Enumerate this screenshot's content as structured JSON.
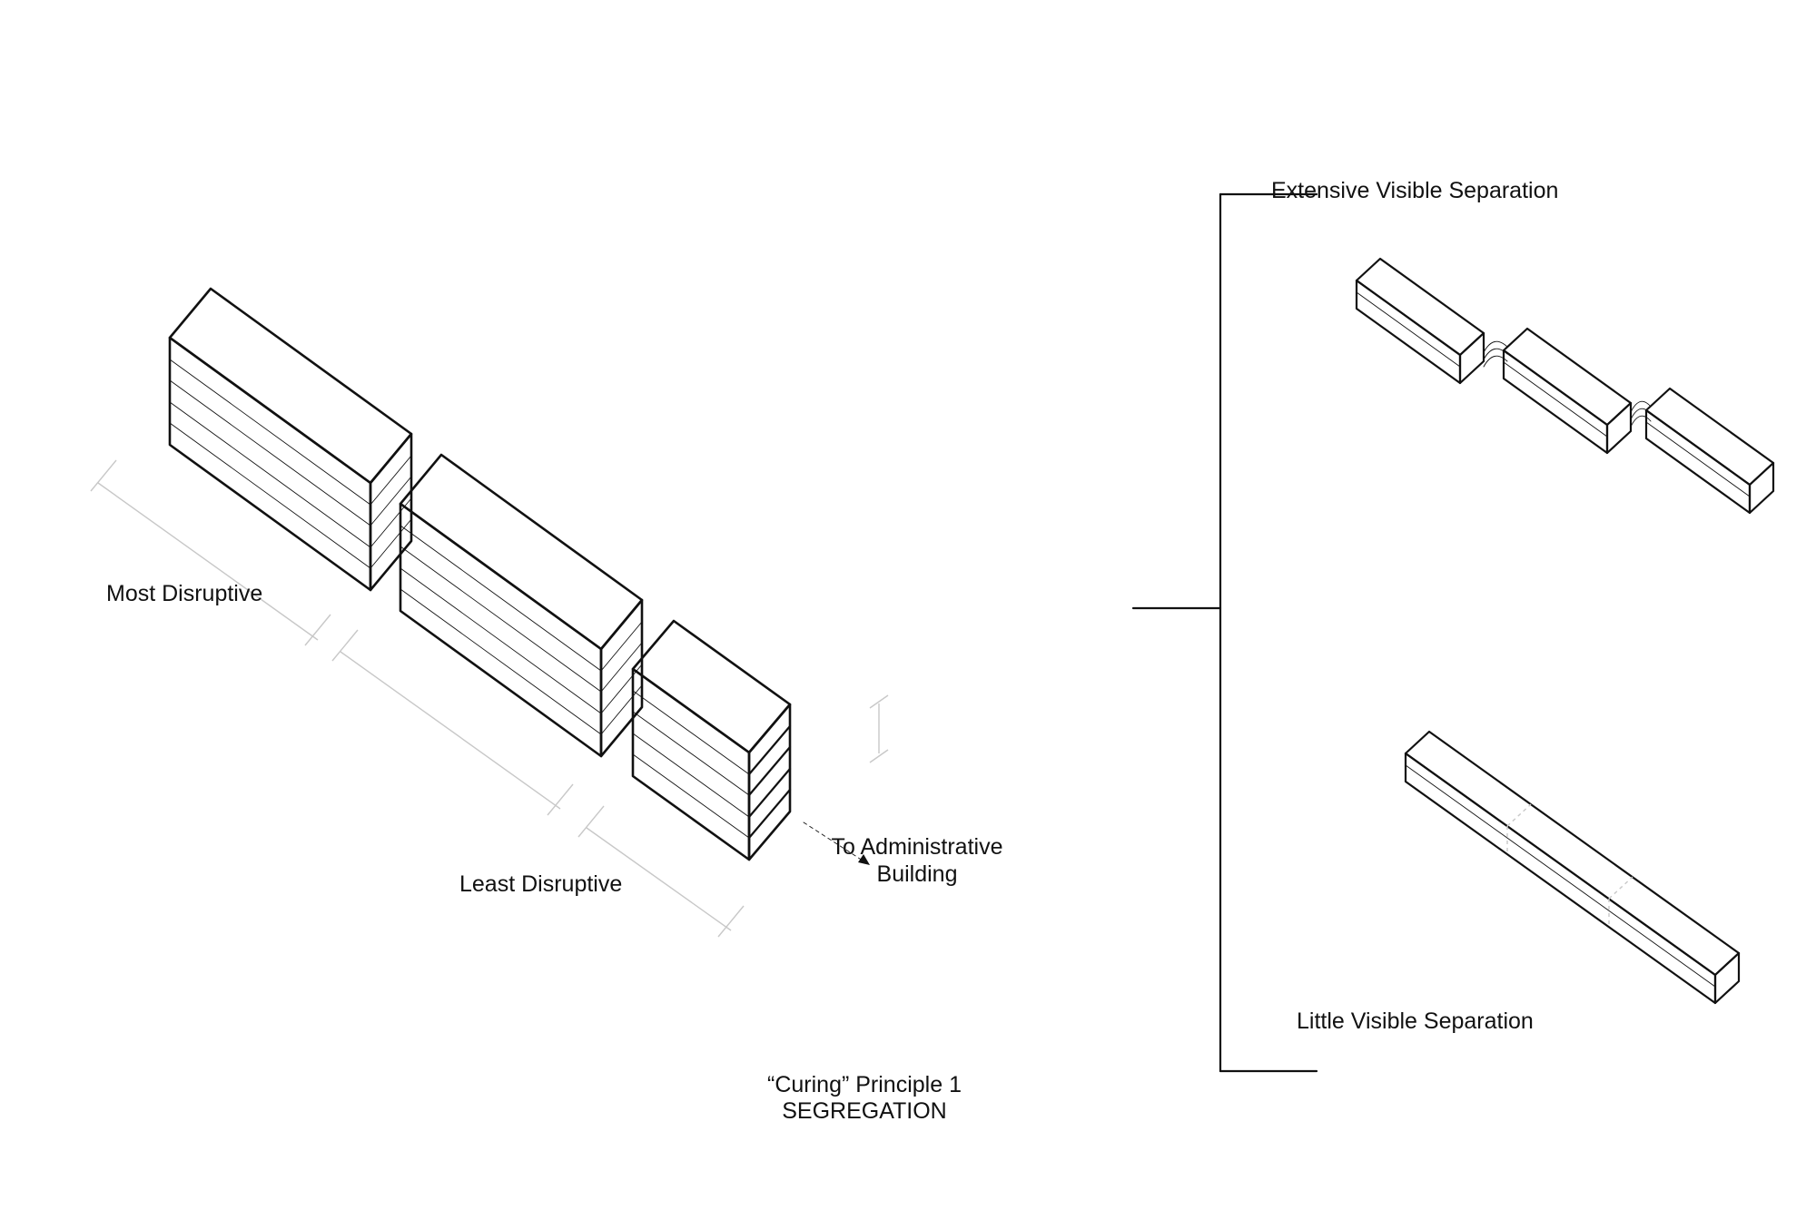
{
  "labels": {
    "most_disruptive": "Most Disruptive",
    "least_disruptive": "Least Disruptive",
    "to_admin_line1": "To Administrative",
    "to_admin_line2": "Building",
    "extensive": "Extensive Visible Separation",
    "little": "Little Visible Separation",
    "caption_line1": "“Curing” Principle 1",
    "caption_line2": "SEGREGATION"
  }
}
